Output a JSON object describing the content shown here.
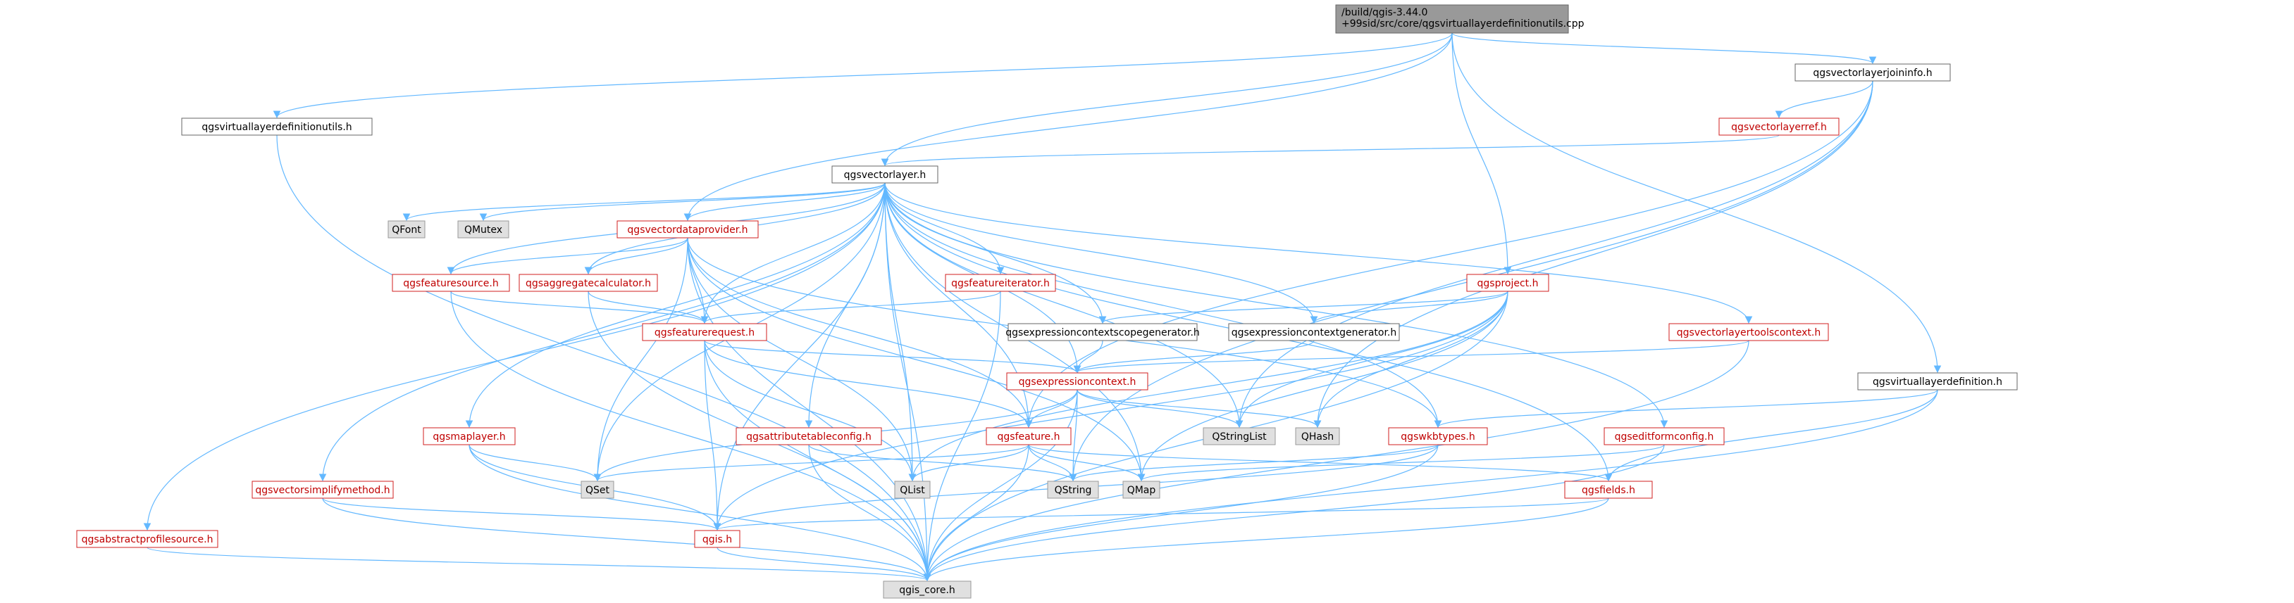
{
  "colors": {
    "edge": "#63b8ff",
    "edge_secondary": "#7aa9dc",
    "border_red": "#d11f1f",
    "border_black": "#666666",
    "border_gray": "#999999",
    "fill_white": "#ffffff",
    "fill_gray": "#e0e0e0",
    "fill_root": "#999999",
    "text_red": "#c00000",
    "text_black": "#000000"
  },
  "graph": {
    "root": {
      "line1": "/build/qgis-3.44.0",
      "line2": "+99sid/src/core/qgsvirtuallayerdefinitionutils.cpp"
    },
    "nodes": {
      "n_vldu_h": "qgsvirtuallayerdefinitionutils.h",
      "n_vlji": "qgsvectorlayerjoininfo.h",
      "n_vlref": "qgsvectorlayerref.h",
      "n_vl": "qgsvectorlayer.h",
      "n_qfont": "QFont",
      "n_qmutex": "QMutex",
      "n_vdp": "qgsvectordataprovider.h",
      "n_fsrc": "qgsfeaturesource.h",
      "n_aggc": "qgsaggregatecalculator.h",
      "n_fiter": "qgsfeatureiterator.h",
      "n_proj": "qgsproject.h",
      "n_fr": "qgsfeaturerequest.h",
      "n_ecsg": "qgsexpressioncontextscopegenerator.h",
      "n_ecg": "qgsexpressioncontextgenerator.h",
      "n_vltc": "qgsvectorlayertoolscontext.h",
      "n_ec": "qgsexpressioncontext.h",
      "n_vld": "qgsvirtuallayerdefinition.h",
      "n_mapl": "qgsmaplayer.h",
      "n_atc": "qgsattributetableconfig.h",
      "n_feat": "qgsfeature.h",
      "n_qsl": "QStringList",
      "n_qhash": "QHash",
      "n_wkb": "qgswkbtypes.h",
      "n_efc": "qgseditformconfig.h",
      "n_vsm": "qgsvectorsimplifymethod.h",
      "n_qset": "QSet",
      "n_qlist": "QList",
      "n_qstring": "QString",
      "n_qmap": "QMap",
      "n_fields": "qgsfields.h",
      "n_aps": "qgsabstractprofilesource.h",
      "n_qgis": "qgis.h",
      "n_core": "qgis_core.h"
    }
  }
}
